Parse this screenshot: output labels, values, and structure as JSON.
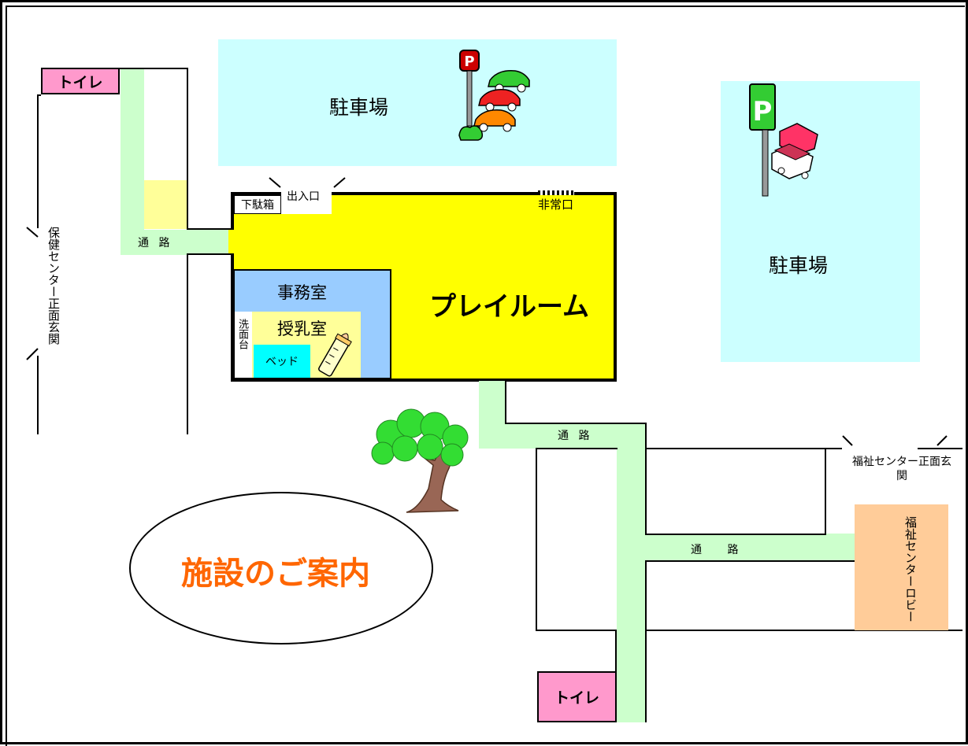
{
  "parking_top": {
    "label": "駐車場"
  },
  "parking_right": {
    "label": "駐車場"
  },
  "toilet_top_left": {
    "label": "トイレ"
  },
  "toilet_bottom": {
    "label": "トイレ"
  },
  "passages": {
    "left": "通 路",
    "middle": "通 路",
    "lower": "通 路"
  },
  "entrance": {
    "label": "出入口"
  },
  "shoe_box": {
    "label": "下駄箱"
  },
  "emergency_exit": {
    "label": "非常口"
  },
  "playroom": {
    "label": "プレイルーム"
  },
  "office": {
    "label": "事務室"
  },
  "nursing_room": {
    "label": "授乳室"
  },
  "washbasin": {
    "label": "洗面台"
  },
  "bed": {
    "label": "ベッド"
  },
  "health_center_entrance": {
    "label": "保健センター正面玄関"
  },
  "welfare_center_entrance": {
    "label": "福祉センター正面玄関"
  },
  "welfare_center_lobby": {
    "label": "福祉センターロビー"
  },
  "title": {
    "label": "施設のご案内"
  },
  "colors": {
    "parking": "#ccffff",
    "playroom": "#ffff00",
    "office": "#99ccff",
    "nursing": "#ffff99",
    "bed": "#00ffff",
    "passage": "#ccffcc",
    "toilet": "#ff99cc",
    "lobby": "#ffcc99",
    "title": "#ff6600"
  }
}
